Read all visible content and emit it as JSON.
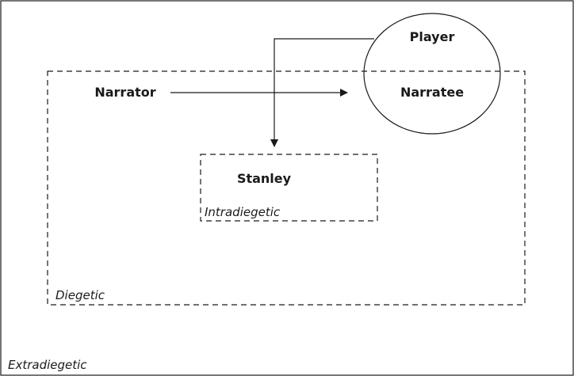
{
  "regions": {
    "extradiegetic": "Extradiegetic",
    "diegetic": "Diegetic",
    "intradiegetic": "Intradiegetic"
  },
  "nodes": {
    "player": "Player",
    "narratee": "Narratee",
    "narrator": "Narrator",
    "stanley": "Stanley"
  },
  "edges": [
    {
      "from": "nodes.narrator",
      "to": "nodes.narratee"
    },
    {
      "from": "nodes.player",
      "to": "nodes.stanley"
    }
  ],
  "colors": {
    "line": "#1a1a1a",
    "background": "#ffffff"
  }
}
